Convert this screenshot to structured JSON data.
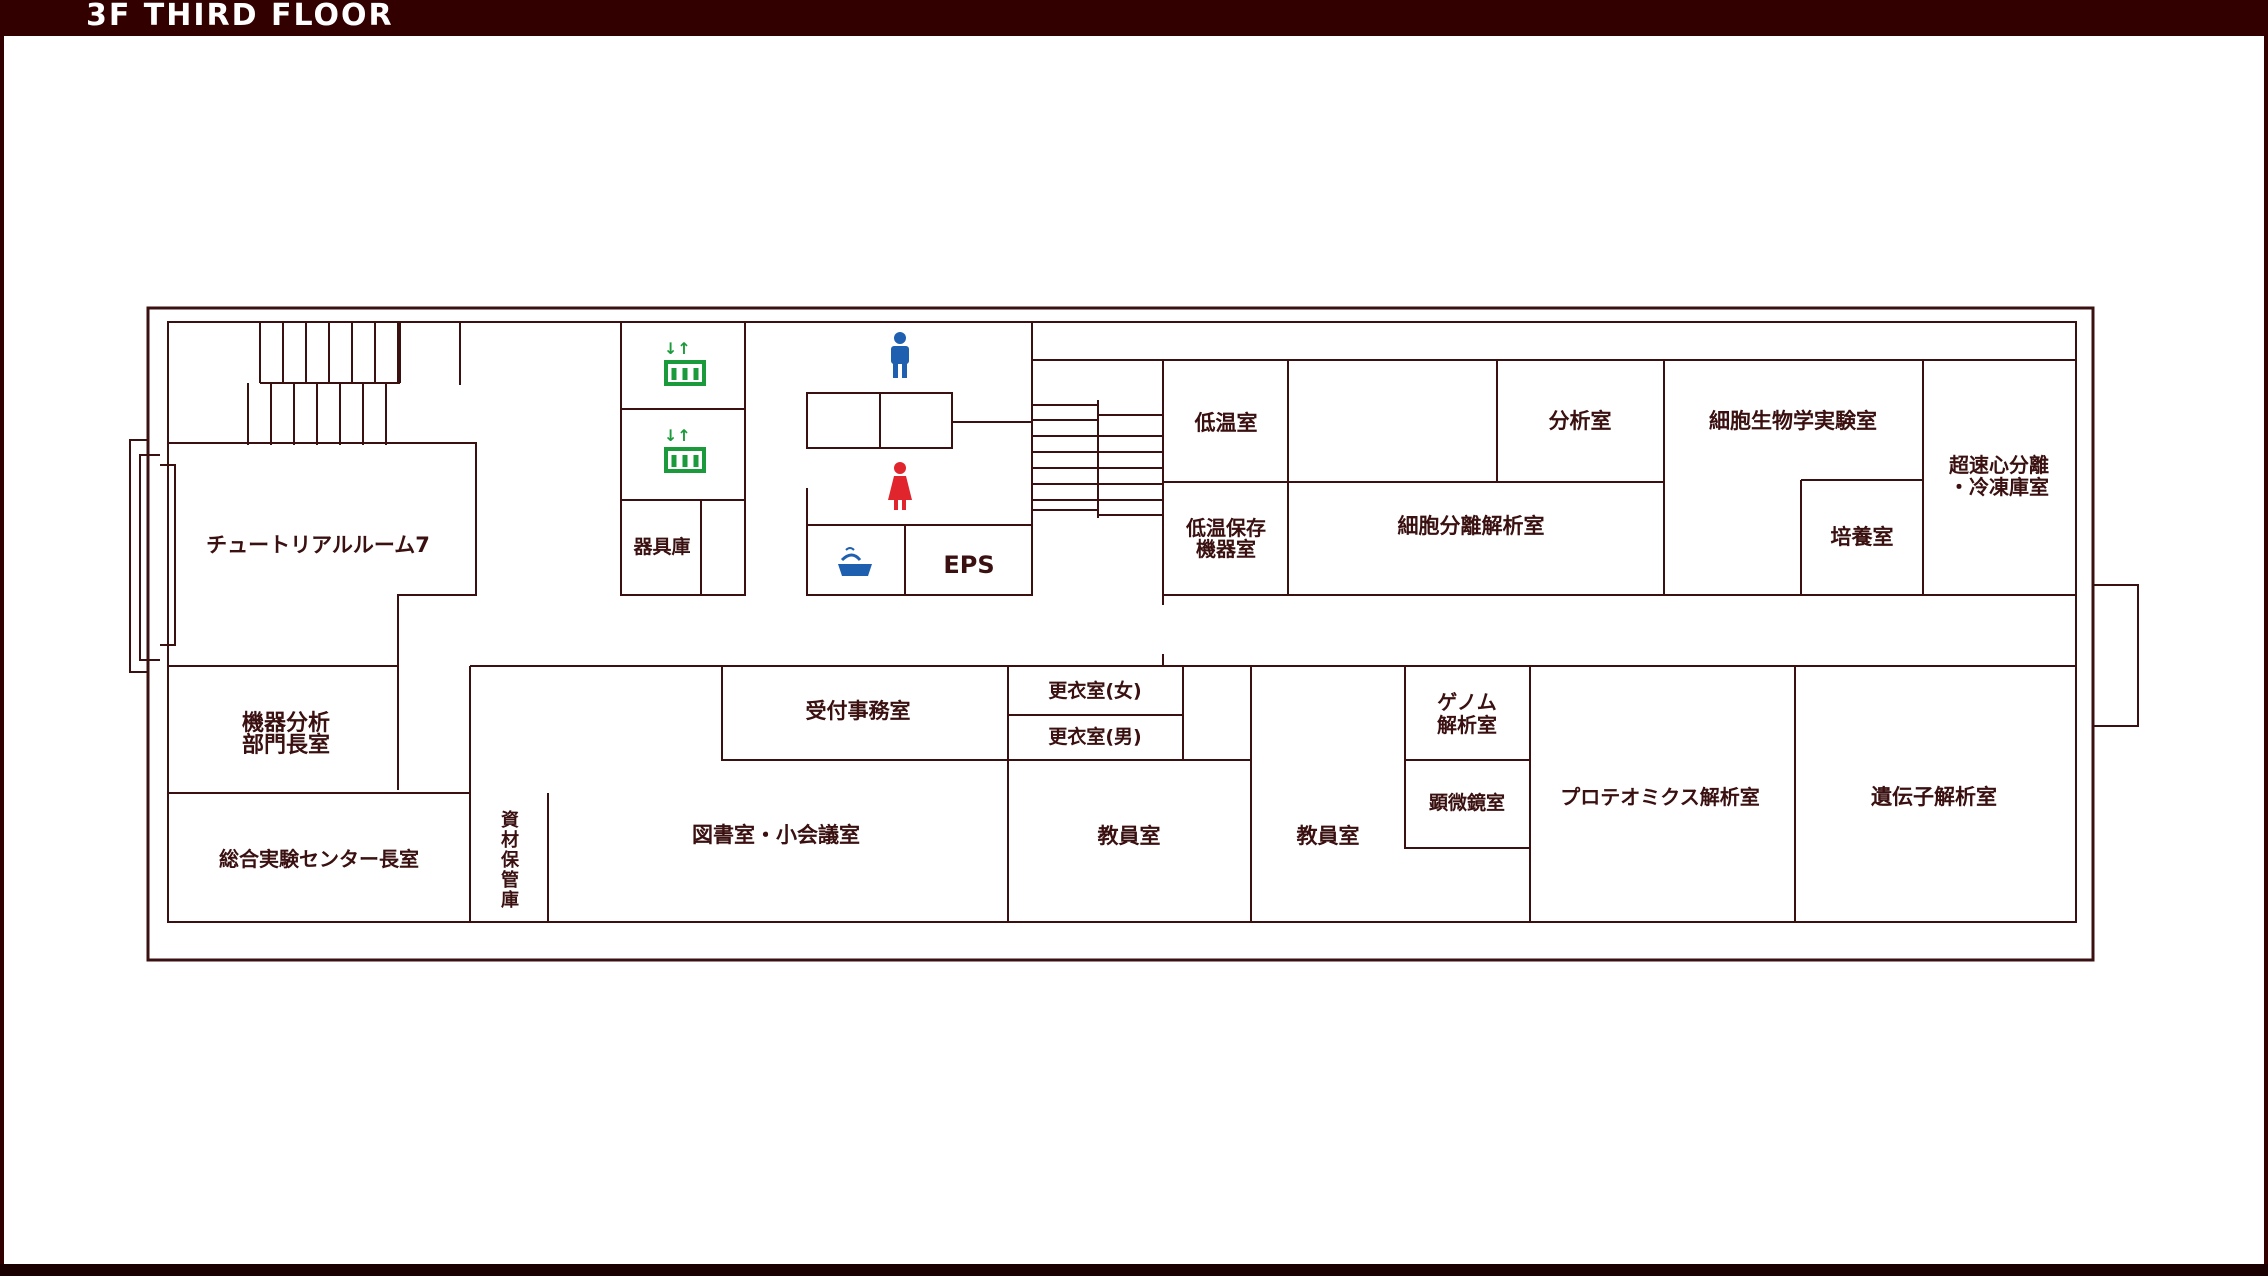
{
  "header": {
    "title": "3F THIRD FLOOR"
  },
  "colors": {
    "wall": "#3a1010",
    "header_bg": "#330000",
    "elevator": "#1a9a3a",
    "male": "#1f5fb0",
    "female": "#e0262c",
    "sink": "#1f5fb0"
  },
  "icons": [
    "elevator-icon",
    "elevator-icon",
    "male-restroom-icon",
    "female-restroom-icon",
    "hot-water-icon"
  ],
  "rooms": {
    "tutorial": "チュートリアルルーム7",
    "storage_equipment": "器具庫",
    "eps": "EPS",
    "low_temp": "低温室",
    "low_temp_storage_1": "低温保存",
    "low_temp_storage_2": "機器室",
    "cell_sep": "細胞分離解析室",
    "analysis": "分析室",
    "cell_bio": "細胞生物学実験室",
    "culture": "培養室",
    "ultracentrifuge_1": "超速心分離",
    "ultracentrifuge_2": "・冷凍庫室",
    "instrument_head_1": "機器分析",
    "instrument_head_2": "部門長室",
    "general_head": "総合実験センター長室",
    "materials_1": "資",
    "materials_2": "材",
    "materials_3": "保",
    "materials_4": "管",
    "materials_5": "庫",
    "reception": "受付事務室",
    "library": "図書室・小会議室",
    "locker_female": "更衣室(女)",
    "locker_male": "更衣室(男)",
    "faculty_1": "教員室",
    "faculty_2": "教員室",
    "genome_1": "ゲノム",
    "genome_2": "解析室",
    "microscope": "顕微鏡室",
    "proteomics": "プロテオミクス解析室",
    "gene": "遺伝子解析室"
  }
}
